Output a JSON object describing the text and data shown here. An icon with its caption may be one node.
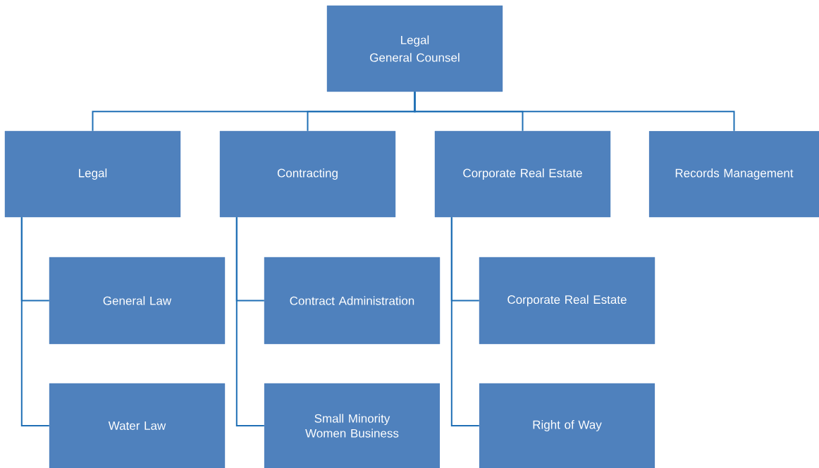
{
  "diagram": {
    "nodes": [
      {
        "text": [
          "Legal",
          "General Counsel"
        ]
      },
      {
        "text": [
          "Legal"
        ]
      },
      {
        "text": [
          "Contracting"
        ]
      },
      {
        "text": [
          "Corporate Real Estate"
        ]
      },
      {
        "text": [
          "Records Management"
        ]
      },
      {
        "text": [
          "General Law"
        ]
      },
      {
        "text": [
          "Water Law"
        ]
      },
      {
        "text": [
          "Contract Administration"
        ]
      },
      {
        "text": [
          "Small Minority Women Business"
        ]
      },
      {
        "text": [
          "Corporate Real Estate"
        ]
      },
      {
        "text": [
          "Right of Way"
        ]
      }
    ],
    "edges": [
      {
        "from": 0,
        "to": 1,
        "arrow": "none"
      },
      {
        "from": 0,
        "to": 2,
        "arrow": "none"
      },
      {
        "from": 0,
        "to": 3,
        "arrow": "none"
      },
      {
        "from": 0,
        "to": 4,
        "arrow": "none"
      },
      {
        "from": 1,
        "to": 5,
        "arrow": "none"
      },
      {
        "from": 1,
        "to": 6,
        "arrow": "none"
      },
      {
        "from": 2,
        "to": 7,
        "arrow": "none"
      },
      {
        "from": 2,
        "to": 8,
        "arrow": "none"
      },
      {
        "from": 3,
        "to": 9,
        "arrow": "none"
      },
      {
        "from": 3,
        "to": 10,
        "arrow": "none"
      }
    ]
  }
}
